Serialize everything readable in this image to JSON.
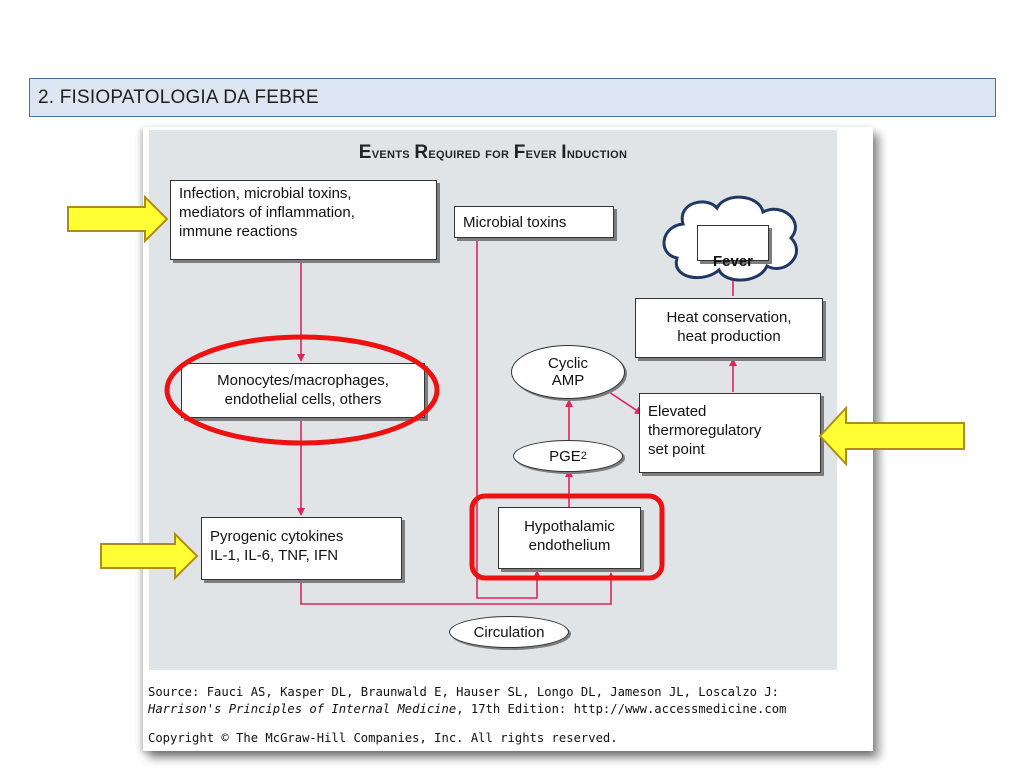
{
  "header": {
    "title": "2. FISIOPATOLOGIA DA FEBRE"
  },
  "figure": {
    "title_words": [
      {
        "cap": "E",
        "rest": "vents"
      },
      {
        "cap": "R",
        "rest": "equired"
      },
      {
        "cap": "",
        "rest": "for"
      },
      {
        "cap": "F",
        "rest": "ever"
      },
      {
        "cap": "I",
        "rest": "nduction"
      }
    ],
    "nodes": {
      "infection": "Infection, microbial toxins,\nmediators of inflammation,\nimmune reactions",
      "microbial_toxins": "Microbial toxins",
      "fever": "Fever",
      "heat": "Heat conservation,\nheat production",
      "monocytes": "Monocytes/macrophages,\nendothelial cells, others",
      "cyclic_amp": "Cyclic\nAMP",
      "elevated": "Elevated\n thermoregulatory\n set point",
      "pge2_base": "PGE",
      "pge2_sub": "2",
      "pyrogenic": "Pyrogenic cytokines\nIL-1, IL-6, TNF, IFN",
      "hypothalamic": "Hypothalamic\nendothelium",
      "circulation": "Circulation"
    },
    "source_label": "Source: Fauci AS, Kasper DL, Braunwald E, Hauser SL, Longo DL, Jameson JL, Loscalzo J:",
    "source_book": "Harrison's Principles of Internal Medicine",
    "source_rest": ", 17th Edition: http://www.accessmedicine.com",
    "copyright": "Copyright © The McGraw-Hill Companies, Inc. All rights reserved."
  },
  "colors": {
    "connector": "#e0245e",
    "highlight": "#ee1111",
    "arrow_fill": "#ffff33",
    "arrow_stroke": "#b08a1a",
    "cloud_stroke": "#1f3864"
  }
}
